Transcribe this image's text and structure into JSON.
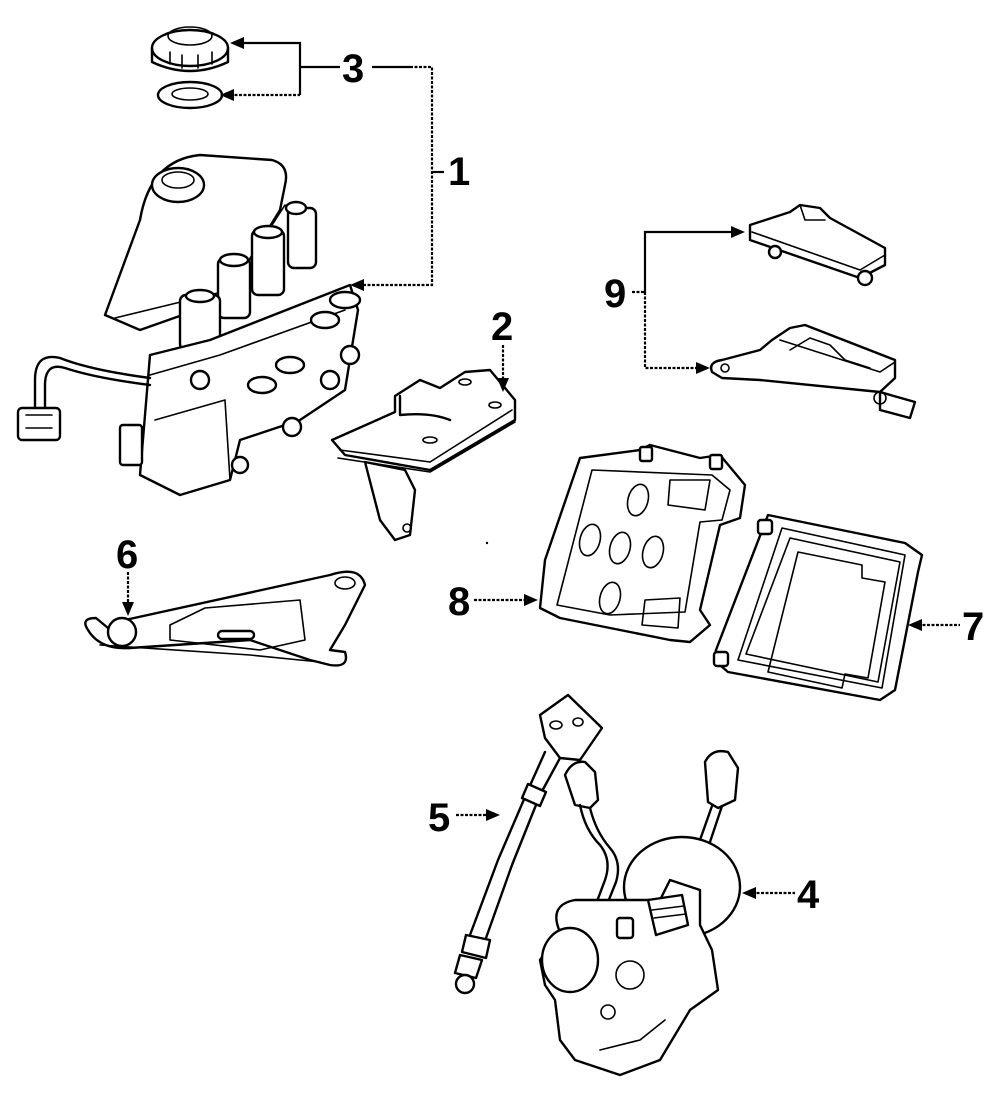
{
  "diagram": {
    "type": "exploded-parts-view",
    "subject": "ABS hydraulic modulator and components",
    "colors": {
      "line": "#000000",
      "background": "#ffffff"
    },
    "callouts": [
      {
        "id": "1",
        "label": "1",
        "target": "abs-modulator-assembly"
      },
      {
        "id": "2",
        "label": "2",
        "target": "mounting-bracket"
      },
      {
        "id": "3",
        "label": "3",
        "target": "reservoir-cap-and-seal"
      },
      {
        "id": "4",
        "label": "4",
        "target": "sensor-assembly"
      },
      {
        "id": "5",
        "label": "5",
        "target": "wheel-speed-sensor-cable"
      },
      {
        "id": "6",
        "label": "6",
        "target": "lower-bracket"
      },
      {
        "id": "7",
        "label": "7",
        "target": "control-module"
      },
      {
        "id": "8",
        "label": "8",
        "target": "module-bracket"
      },
      {
        "id": "9",
        "label": "9",
        "target": "relay-and-holder"
      }
    ]
  }
}
